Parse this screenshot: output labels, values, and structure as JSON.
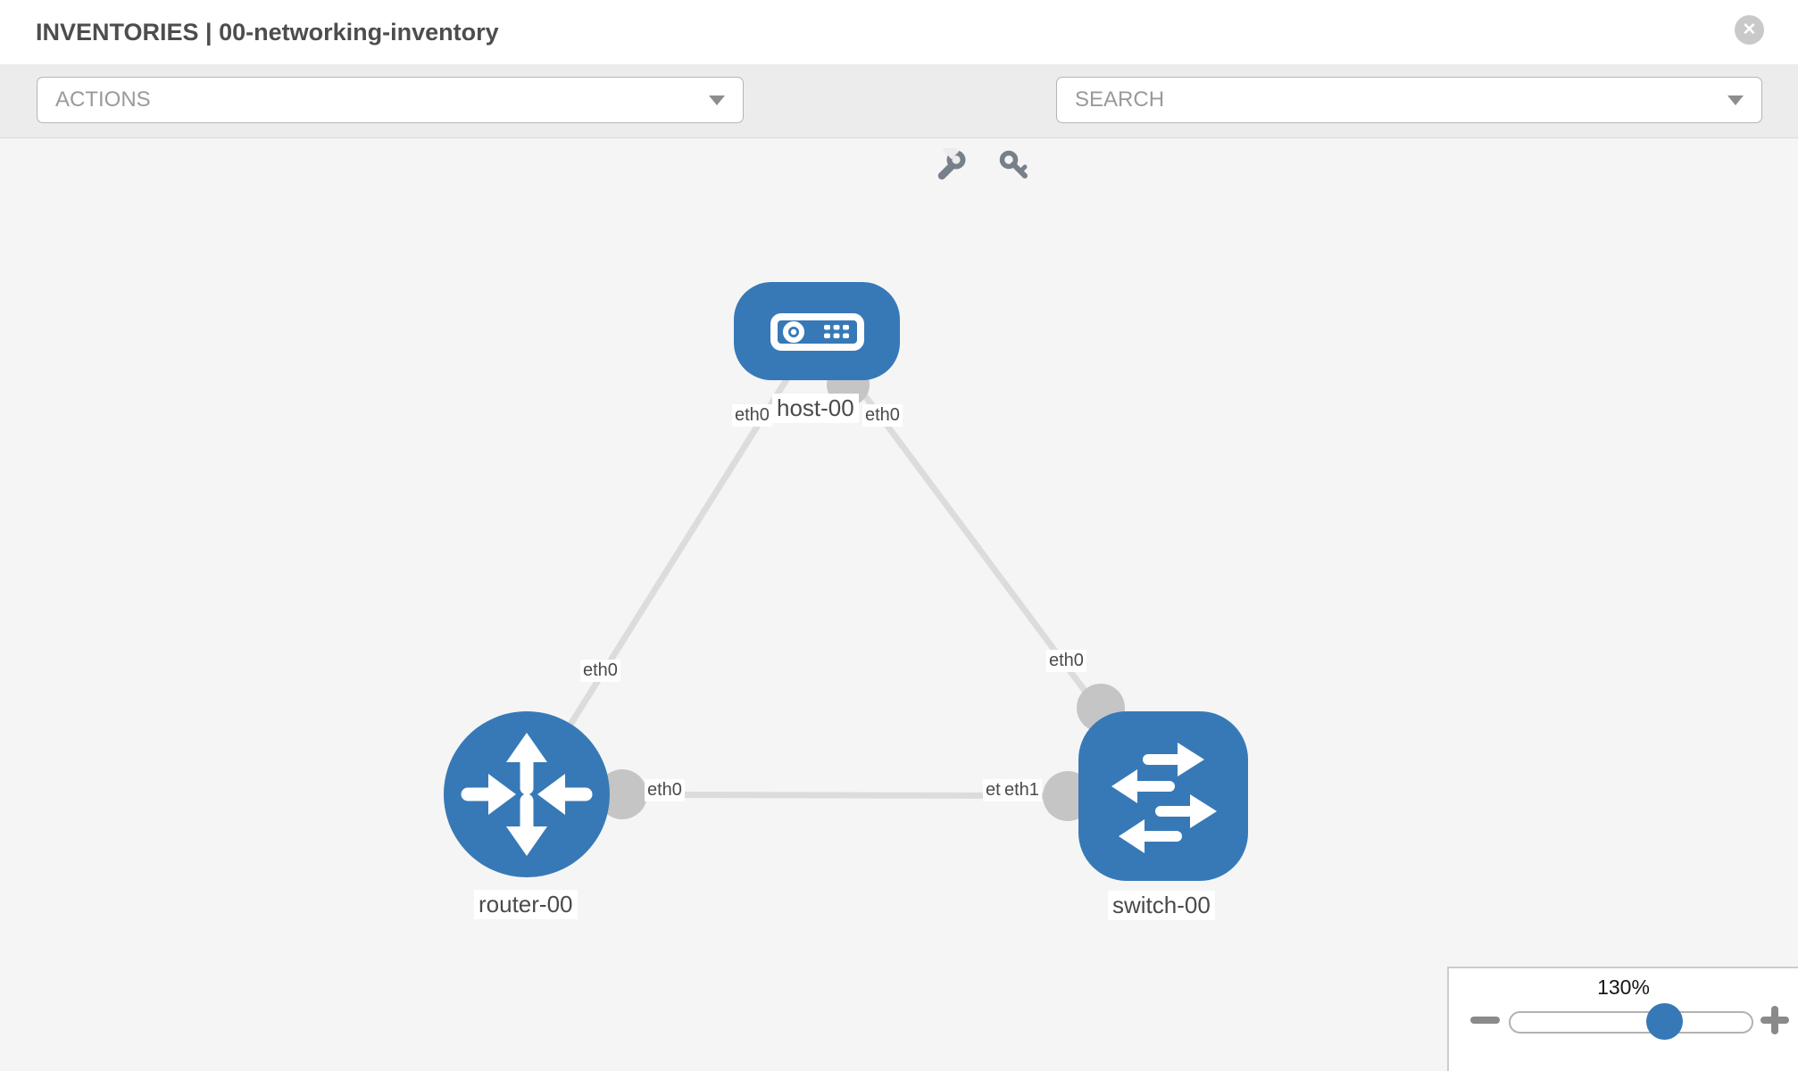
{
  "header": {
    "title": "INVENTORIES | 00-networking-inventory",
    "close_glyph": "✕",
    "close_icon": "x-circle-icon"
  },
  "toolbar": {
    "actions_dropdown": {
      "value": "ACTIONS"
    },
    "search_dropdown": {
      "value": "SEARCH"
    },
    "tool_icons": [
      "wrench-icon",
      "key-icon"
    ]
  },
  "topology": {
    "nodes": [
      {
        "id": "host-00",
        "label": "host-00",
        "type": "host"
      },
      {
        "id": "router-00",
        "label": "router-00",
        "type": "router"
      },
      {
        "id": "switch-00",
        "label": "switch-00",
        "type": "switch"
      }
    ],
    "links": [
      {
        "source": "host-00",
        "target": "router-00",
        "source_interface": "eth0",
        "target_interface": "eth0"
      },
      {
        "source": "host-00",
        "target": "switch-00",
        "source_interface": "eth0",
        "target_interface": "eth0"
      },
      {
        "source": "router-00",
        "target": "switch-00",
        "source_interface": "eth0",
        "target_interface": "eth1",
        "target_interface_overlapped": "eth1"
      }
    ]
  },
  "zoom_control": {
    "level": "130%",
    "zoom_out_icon": "minus-icon",
    "zoom_in_icon": "plus-icon"
  },
  "colors": {
    "node_blue": "#3779b7",
    "link_gray": "#dcdcdc",
    "connector_gray": "#c5c5c5",
    "canvas_bg": "#f5f5f5",
    "toolbar_bg": "#ececec"
  }
}
